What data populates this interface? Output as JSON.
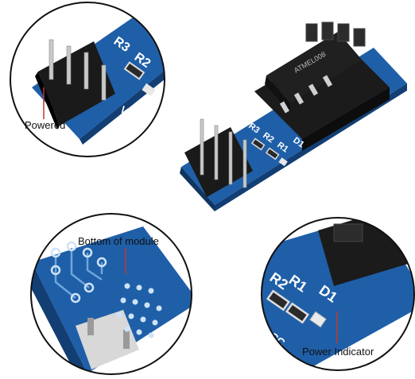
{
  "annotations": {
    "powered": "Powered",
    "bottom_of_module": "Bottom of module",
    "power_indicator": "Power Indicator"
  },
  "silkscreen": {
    "r1": "R1",
    "r2": "R2",
    "r3": "R3",
    "d1": "D1",
    "vcc": "VCC"
  },
  "chip_marking": "ATMEL008",
  "colors": {
    "pcb_blue": "#1f5fa8",
    "pcb_dark": "#123e73",
    "header_black": "#1a1a1a",
    "pin_silver": "#c9c9c9",
    "callout_red": "#c0392b",
    "circle_stroke": "#111111"
  }
}
